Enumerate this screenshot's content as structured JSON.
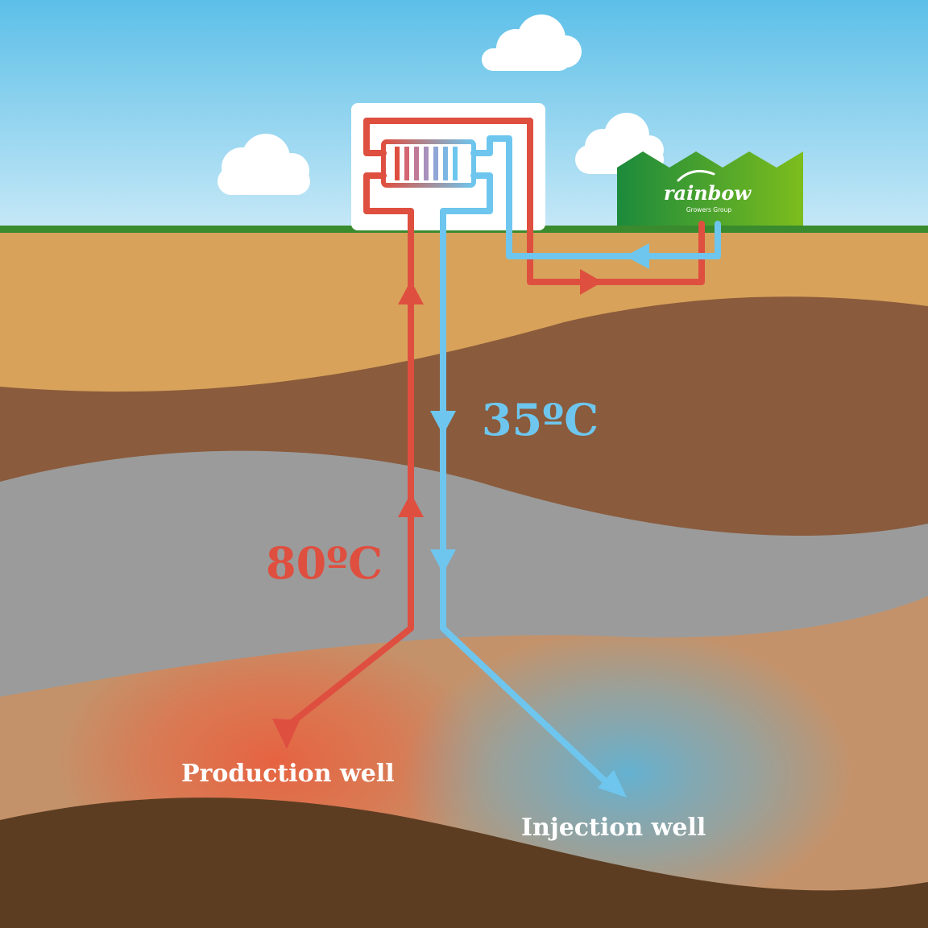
{
  "labels": {
    "cold_temp": "35ºC",
    "hot_temp": "80ºC",
    "production_well": "Production well",
    "injection_well": "Injection well"
  },
  "logo": {
    "name": "rainbow",
    "subtitle": "Growers Group"
  },
  "colors": {
    "sky_top": "#5cbfe8",
    "sky_bottom": "#c8e9f7",
    "grass": "#3a8a2e",
    "soil_light": "#d8a25a",
    "soil_mid": "#8a5b3c",
    "rock_gray": "#9b9b9b",
    "reservoir": "#c4926a",
    "bedrock": "#5c3d22",
    "hot_pipe": "#df4f40",
    "cold_pipe": "#6ec6ee",
    "greenhouse_dark": "#1c8a3c",
    "greenhouse_light": "#7dbd1d"
  }
}
